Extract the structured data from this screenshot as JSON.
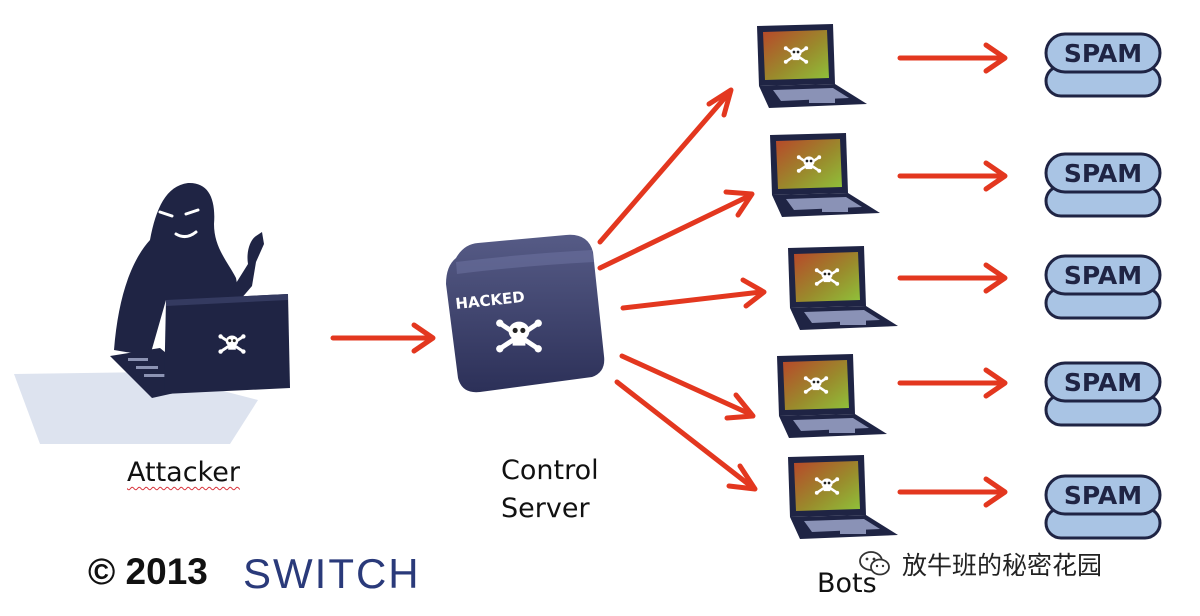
{
  "labels": {
    "attacker": "Attacker",
    "control_line1": "Control",
    "control_line2": "Server",
    "bots": "Bots"
  },
  "server_stamp": "HACKED",
  "spam_label": "SPAM",
  "bot_count": 5,
  "copyright": "© 2013",
  "brand": "SWITCH",
  "watermark": "放牛班的秘密花园",
  "colors": {
    "navy": "#1f2444",
    "arrow": "#e3371f",
    "spam_fill": "#a9c4e4",
    "brand": "#2a3a7a"
  }
}
